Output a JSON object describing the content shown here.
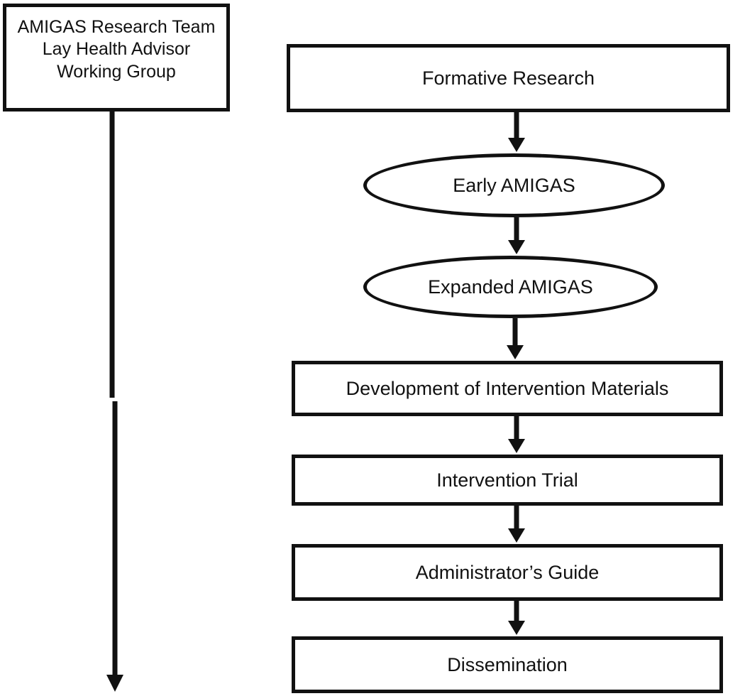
{
  "team_box": {
    "lines": [
      "AMIGAS Research Team",
      "Lay Health Advisor",
      "Working Group"
    ]
  },
  "stages": [
    {
      "label": "Formative Research",
      "shape": "rectangle"
    },
    {
      "label": "Early AMIGAS",
      "shape": "ellipse"
    },
    {
      "label": "Expanded AMIGAS",
      "shape": "ellipse"
    },
    {
      "label": "Development of Intervention Materials",
      "shape": "rectangle"
    },
    {
      "label": "Intervention Trial",
      "shape": "rectangle"
    },
    {
      "label": "Administrator’s Guide",
      "shape": "rectangle"
    },
    {
      "label": "Dissemination",
      "shape": "rectangle"
    }
  ],
  "colors": {
    "line": "#111111",
    "background": "#ffffff"
  }
}
